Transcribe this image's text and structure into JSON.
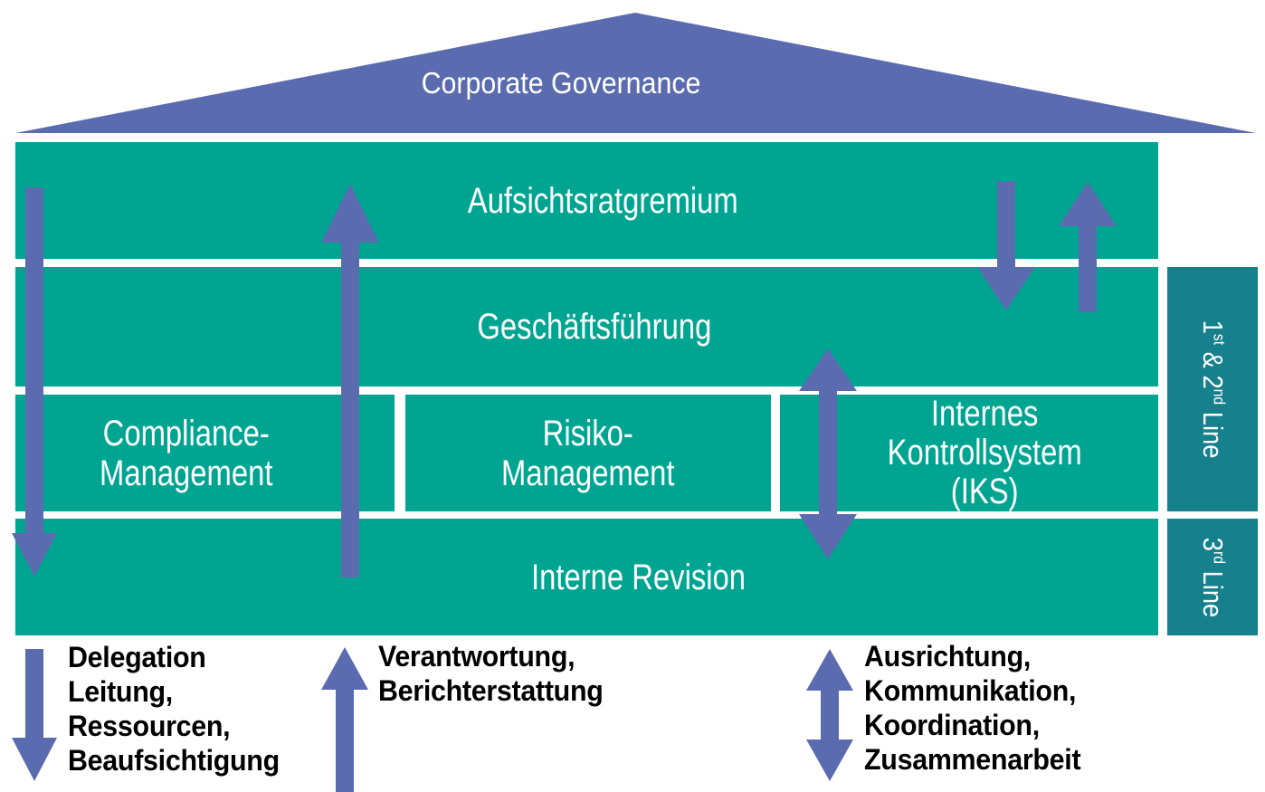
{
  "colors": {
    "teal": "#00A592",
    "dark_teal": "#16808D",
    "purple": "#5B6BB0",
    "box_text": "#FFFFFF",
    "legend_text": "#000000",
    "background": "#FFFFFF"
  },
  "roof": {
    "title": "Corporate Governance"
  },
  "pyramid": {
    "board": {
      "label": "Aufsichtsratgremium"
    },
    "management": {
      "label": "Geschäftsführung"
    },
    "compliance": {
      "label": "Compliance-\nManagement"
    },
    "risk": {
      "label": "Risiko-\nManagement"
    },
    "iks": {
      "label": "Internes\nKontrollsystem\n(IKS)"
    },
    "audit": {
      "label": "Interne Revision"
    }
  },
  "sidebar": {
    "lines_1_2": {
      "p1": "1",
      "s1": "st",
      "p2": " & 2",
      "s2": "nd",
      "p3": " Line"
    },
    "line_3": {
      "p1": "3",
      "s1": "rd",
      "p2": " Line"
    }
  },
  "legend": {
    "delegation": {
      "text": "Delegation\nLeitung,\nRessourcen,\nBeaufsichtigung"
    },
    "reporting": {
      "text": "Verantwortung,\nBerichterstattung"
    },
    "coordination": {
      "text": "Ausrichtung,\nKommunikation,\nKoordination,\nZusammenarbeit"
    }
  }
}
